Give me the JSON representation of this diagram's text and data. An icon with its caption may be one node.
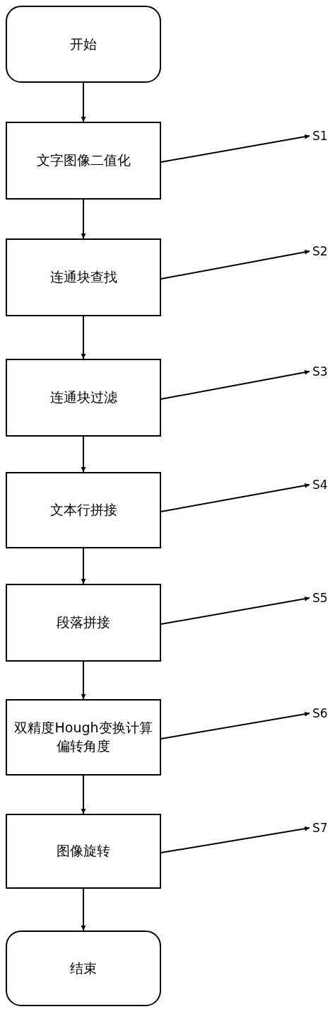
{
  "diagram": {
    "nodes": [
      {
        "text": [
          "开始"
        ]
      },
      {
        "text": [
          "文字图像二值化"
        ]
      },
      {
        "text": [
          "连通块查找"
        ]
      },
      {
        "text": [
          "连通块过滤"
        ]
      },
      {
        "text": [
          "文本行拼接"
        ]
      },
      {
        "text": [
          "段落拼接"
        ]
      },
      {
        "text": [
          "双精度Hough变换计算偏转角度"
        ]
      },
      {
        "text": [
          "图像旋转"
        ]
      },
      {
        "text": [
          "结束"
        ]
      },
      {
        "text": [
          "S1"
        ]
      },
      {
        "text": [
          "S2"
        ]
      },
      {
        "text": [
          "S3"
        ]
      },
      {
        "text": [
          "S4"
        ]
      },
      {
        "text": [
          "S5"
        ]
      },
      {
        "text": [
          "S6"
        ]
      },
      {
        "text": [
          "S7"
        ]
      }
    ],
    "edges": [
      {
        "from": 0,
        "to": 1,
        "arrow": "to"
      },
      {
        "from": 1,
        "to": 2,
        "arrow": "to"
      },
      {
        "from": 2,
        "to": 3,
        "arrow": "to"
      },
      {
        "from": 3,
        "to": 4,
        "arrow": "to"
      },
      {
        "from": 4,
        "to": 5,
        "arrow": "to"
      },
      {
        "from": 5,
        "to": 6,
        "arrow": "to"
      },
      {
        "from": 6,
        "to": 7,
        "arrow": "to"
      },
      {
        "from": 7,
        "to": 8,
        "arrow": "to"
      },
      {
        "from": 1,
        "to": 9,
        "arrow": "to"
      },
      {
        "from": 2,
        "to": 10,
        "arrow": "to"
      },
      {
        "from": 3,
        "to": 11,
        "arrow": "to"
      },
      {
        "from": 4,
        "to": 12,
        "arrow": "to"
      },
      {
        "from": 5,
        "to": 13,
        "arrow": "to"
      },
      {
        "from": 6,
        "to": 14,
        "arrow": "to"
      },
      {
        "from": 7,
        "to": 15,
        "arrow": "to"
      }
    ]
  }
}
